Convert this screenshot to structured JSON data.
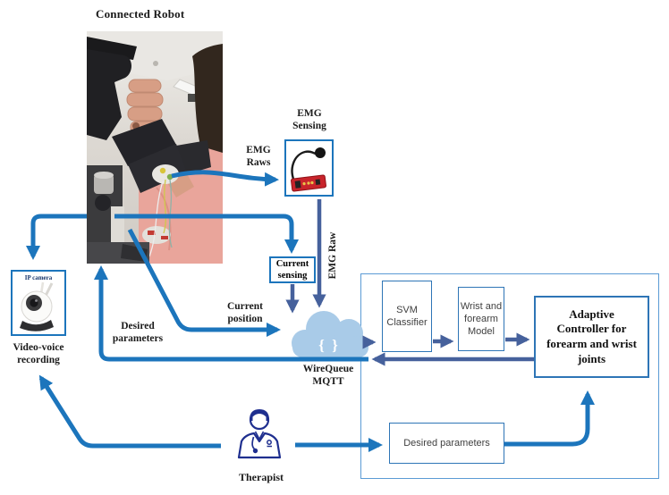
{
  "title": "Connected Robot",
  "sensors": {
    "emg_sensing_label": "EMG\nSensing",
    "emg_raws_label": "EMG\nRaws",
    "emg_raw_label": "EMG Raw",
    "current_sensing_label": "Current\nsensing",
    "current_position_label": "Current\nposition"
  },
  "cloud": {
    "braces": "{ }",
    "label": "WireQueue\nMQTT"
  },
  "left_branch": {
    "desired_parameters_label": "Desired\nparameters",
    "ip_camera_label": "IP camera",
    "video_voice_label": "Video-voice\nrecording",
    "therapist_label": "Therapist"
  },
  "controller_panel": {
    "svm_label": "SVM\nClassifier",
    "wrist_label": "Wrist and\nforearm\nModel",
    "adaptive_label": "Adaptive\nController for\nforearm and wrist\njoints",
    "desired_parameters_label": "Desired parameters"
  },
  "colors": {
    "accent_blue": "#1c75bc",
    "arrow_slate": "#46619c",
    "panel_border": "#2e75b6",
    "outer_border": "#5b9bd5",
    "cloud_fill": "#a9cbe8",
    "therapist_navy": "#1f2f8f"
  }
}
